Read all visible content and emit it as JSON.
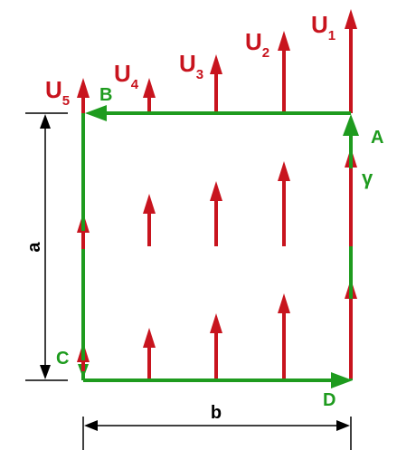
{
  "labels": {
    "u1": "U",
    "u1_sub": "1",
    "u2": "U",
    "u2_sub": "2",
    "u3": "U",
    "u3_sub": "3",
    "u4": "U",
    "u4_sub": "4",
    "u5": "U",
    "u5_sub": "5",
    "a_point": "A",
    "b_point": "B",
    "c_point": "C",
    "d_point": "D",
    "gamma": "γ",
    "dim_a": "a",
    "dim_b": "b"
  },
  "colors": {
    "field_arrow": "#c8141e",
    "contour": "#1e9b1e",
    "dimension": "#000000"
  }
}
